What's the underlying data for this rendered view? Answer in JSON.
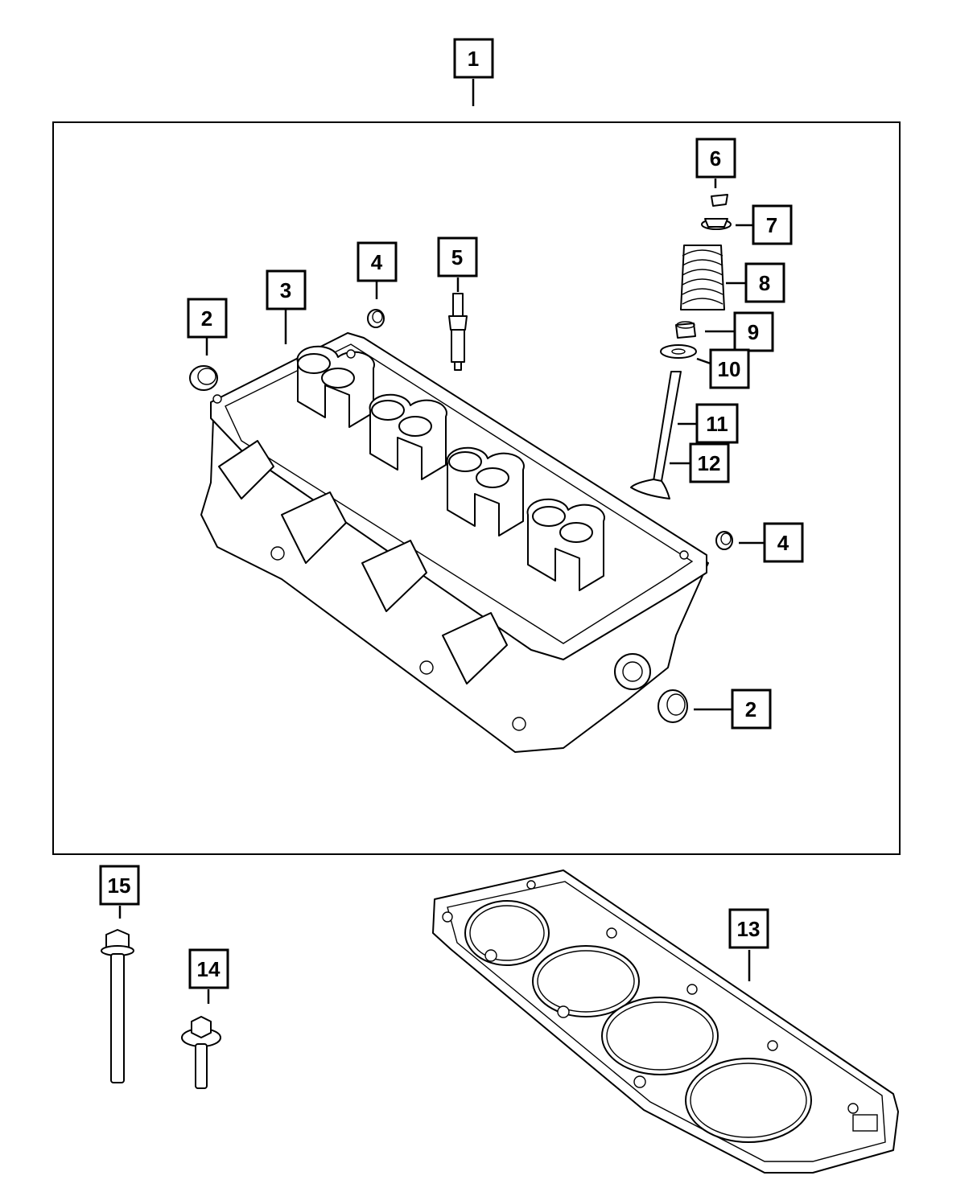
{
  "callouts": {
    "c1": "1",
    "c2a": "2",
    "c2b": "2",
    "c3": "3",
    "c4a": "4",
    "c4b": "4",
    "c5": "5",
    "c6": "6",
    "c7": "7",
    "c8": "8",
    "c9": "9",
    "c10": "10",
    "c11": "11",
    "c12": "12",
    "c13": "13",
    "c14": "14",
    "c15": "15"
  }
}
